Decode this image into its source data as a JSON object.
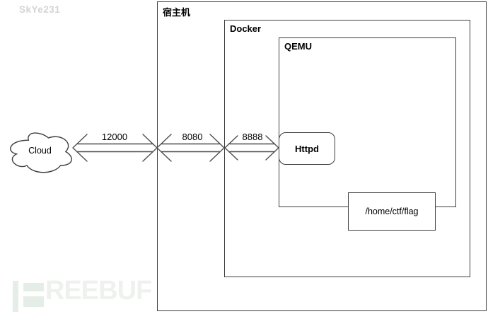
{
  "watermarks": {
    "top_left": "SkYe231",
    "bottom_left_letters": "REEBUF"
  },
  "containers": {
    "host": {
      "label": "宿主机"
    },
    "docker": {
      "label": "Docker"
    },
    "qemu": {
      "label": "QEMU"
    }
  },
  "nodes": {
    "cloud": {
      "label": "Cloud"
    },
    "httpd": {
      "label": "Httpd"
    },
    "flag": {
      "label": "/home/ctf/flag"
    }
  },
  "links": {
    "cloud_to_host": {
      "label": "12000"
    },
    "host_to_docker": {
      "label": "8080"
    },
    "docker_to_qemu": {
      "label": "8888"
    }
  },
  "colors": {
    "stroke": "#3d3d3d",
    "arrow": "#4d4d4d",
    "text": "#000000",
    "wm_gray": "#d4d4d4",
    "wm_green": "#e4eee6",
    "wm_letters": "#eef1ee"
  }
}
